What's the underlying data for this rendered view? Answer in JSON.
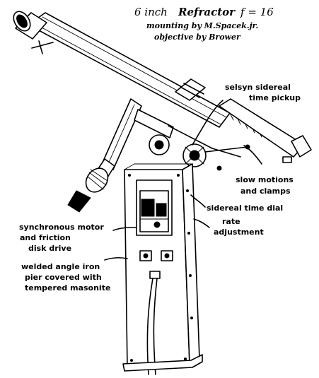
{
  "title": {
    "line1_prefix": "6 inch",
    "line1_main": "Refractor",
    "line1_ratio": "f = 16",
    "line2": "mounting by M.Spacek.jr.",
    "line3": "objective by Brower"
  },
  "labels": {
    "selsyn": [
      "selsyn sidereal",
      "time pickup"
    ],
    "slow_motions": [
      "slow motions",
      "and clamps"
    ],
    "sidereal_dial": [
      "sidereal time dial"
    ],
    "rate_adjustment": [
      "rate",
      "adjustment"
    ],
    "synchronous_motor": [
      "synchronous motor",
      "and friction",
      "disk drive"
    ],
    "pier": [
      "welded angle iron",
      "pier covered with",
      "tempered masonite"
    ]
  }
}
